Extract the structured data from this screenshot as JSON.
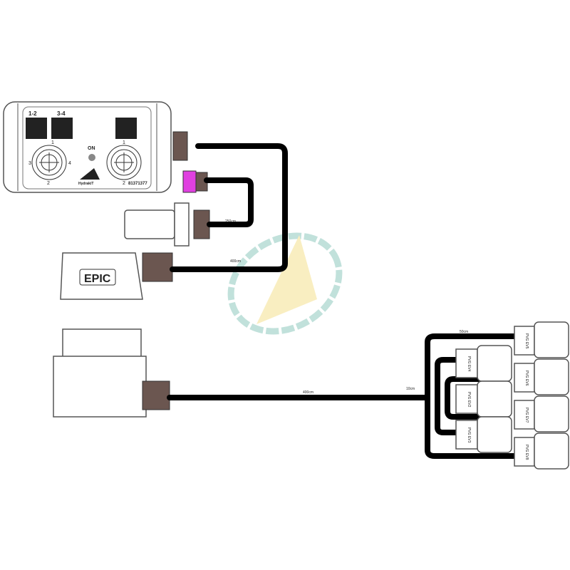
{
  "control_box": {
    "button_labels": [
      "1-2",
      "3-4"
    ],
    "on_label": "ON",
    "joystick_left_labels": {
      "top": "1",
      "left": "3",
      "right": "4",
      "bottom": "2"
    },
    "joystick_right_labels": {
      "top": "1",
      "bottom": "2"
    },
    "brand": "HydrakiT",
    "part_number": "81371377"
  },
  "epic_connector": {
    "label": "EPIC"
  },
  "cables": {
    "sensor_cable": "250cm",
    "top_cable": "400cm",
    "main_cable": "400cm",
    "split_length": "10cm",
    "branch_length": "50cm"
  },
  "valves": {
    "left_column": [
      "PVG EV4",
      "PVG EV2",
      "PVG EV3"
    ],
    "right_column": [
      "PVG EV5",
      "PVG EV6",
      "PVG EV7",
      "PVG EV8"
    ]
  },
  "colors": {
    "cable": "#000000",
    "magenta_collar": "#e040e0",
    "watermark_teal": "#a8d5cc",
    "watermark_yellow": "#f7e7a8"
  }
}
